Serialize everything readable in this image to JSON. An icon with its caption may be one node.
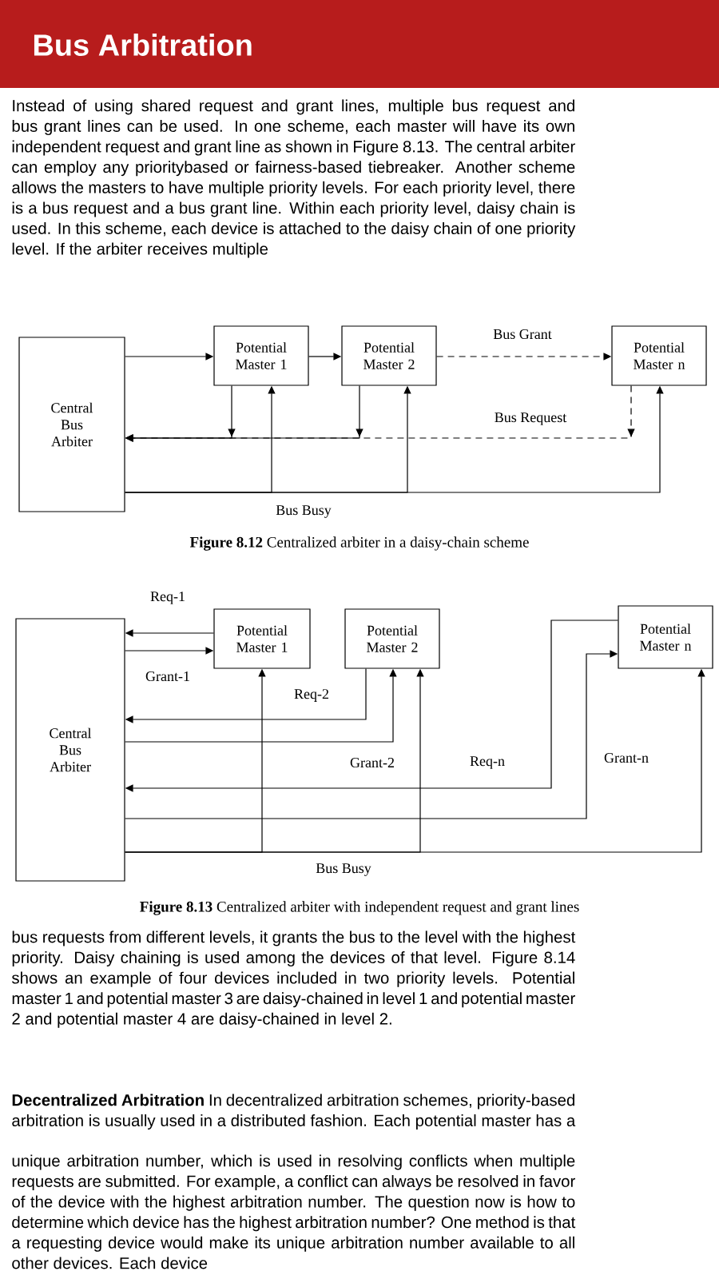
{
  "diagram": {
    "title": "Bus Arbitration",
    "nodes": [
      {
        "text": [
          "Central Bus Arbiter"
        ]
      },
      {
        "text": [
          "Potential Master 1"
        ]
      },
      {
        "text": [
          "Potential Master 2"
        ]
      },
      {
        "text": [
          "Potential Master n"
        ]
      },
      {
        "text": [
          "Central Bus Arbiter"
        ]
      },
      {
        "text": [
          "Potential Master 1"
        ]
      },
      {
        "text": [
          "Potential Master 2"
        ]
      },
      {
        "text": [
          "Potential Master n"
        ]
      }
    ],
    "edges": [
      {
        "from": 0,
        "to": 1,
        "arrow": "to"
      },
      {
        "from": 1,
        "to": 2,
        "arrow": "to"
      },
      {
        "from": 2,
        "to": 3,
        "arrow": "to",
        "style": "dashed",
        "label": "Bus Grant"
      },
      {
        "from": 1,
        "to": 0,
        "arrow": "to"
      },
      {
        "from": 2,
        "to": 0,
        "arrow": "to"
      },
      {
        "from": 3,
        "to": 0,
        "arrow": "to",
        "style": "dashed",
        "label": "Bus Request"
      },
      {
        "from": 0,
        "to": 1,
        "arrow": "to"
      },
      {
        "from": 0,
        "to": 2,
        "arrow": "to",
        "label": "Bus Busy"
      },
      {
        "from": 0,
        "to": 3,
        "arrow": "to"
      },
      {
        "from": 5,
        "to": 4,
        "arrow": "to",
        "label": "Req-1"
      },
      {
        "from": 4,
        "to": 5,
        "arrow": "to",
        "label": "Grant-1"
      },
      {
        "from": 6,
        "to": 4,
        "arrow": "to",
        "label": "Req-2"
      },
      {
        "from": 4,
        "to": 6,
        "arrow": "to",
        "label": "Grant-2"
      },
      {
        "from": 7,
        "to": 4,
        "arrow": "to",
        "label": "Req-n"
      },
      {
        "from": 4,
        "to": 7,
        "arrow": "to",
        "label": "Grant-n"
      },
      {
        "from": 4,
        "to": 5,
        "arrow": "to"
      },
      {
        "from": 4,
        "to": 6,
        "arrow": "to",
        "label": "Bus Busy"
      },
      {
        "from": 4,
        "to": 7,
        "arrow": "to"
      }
    ],
    "labels": [
      "Instead of using shared request and grant lines, multiple bus request and bus grant lines can be used. In one scheme, each master will have its own independent request and grant line as shown in Figure 8.13. The central arbiter can employ any prioritybased or fairness-based tiebreaker. Another scheme allows the masters to have multiple priority levels. For each priority level, there is a bus request and a bus grant line. Within each priority level, daisy chain is used. In this scheme, each device is attached to the daisy chain of one priority level. If the arbiter receives multiple",
      "**Figure 8.12** Centralized arbiter in a daisy-chain scheme",
      "**Figure 8.13** Centralized arbiter with independent request and grant lines",
      "bus requests from different levels, it grants the bus to the level with the highest priority. Daisy chaining is used among the devices of that level. Figure 8.14 shows an example of four devices included in two priority levels. Potential master 1 and potential master 3 are daisy-chained in level 1 and potential master 2 and potential master 4 are daisy-chained in level 2.",
      "**Decentralized Arbitration** In decentralized arbitration schemes, priority-based arbitration is usually used in a distributed fashion. Each potential master has a",
      "unique arbitration number, which is used in resolving conflicts when multiple requests are submitted. For example, a conflict can always be resolved in favor of the device with the highest arbitration number. The question now is how to determine which device has the highest arbitration number? One method is that a requesting device would make its unique arbitration number available to all other devices. Each device"
    ]
  }
}
